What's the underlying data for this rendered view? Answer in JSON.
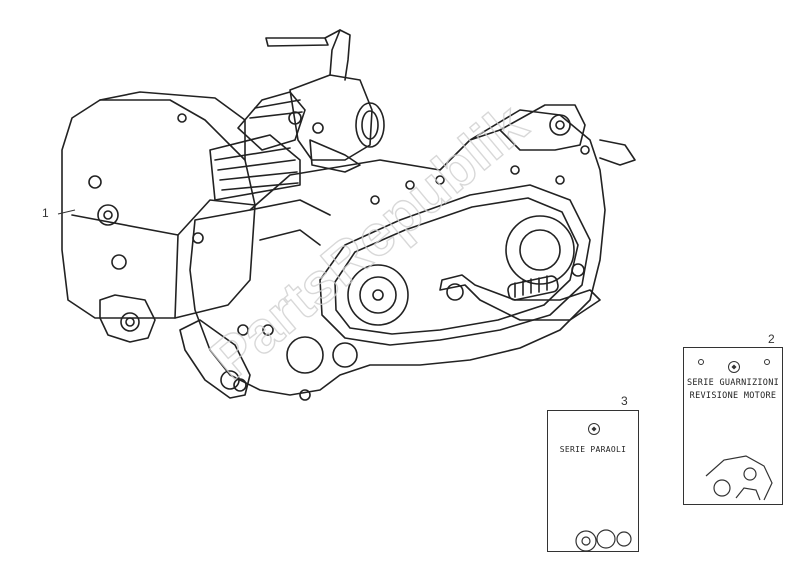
{
  "callouts": {
    "engine": "1",
    "gasket_kit": "2",
    "oil_seal_kit": "3"
  },
  "kits": {
    "gasket_kit": {
      "line1": "SERIE GUARNIZIONI",
      "line2": "REVISIONE MOTORE"
    },
    "oil_seal_kit": {
      "line1": "SERIE PARAOLI"
    }
  },
  "watermark": "PartsRepublik"
}
